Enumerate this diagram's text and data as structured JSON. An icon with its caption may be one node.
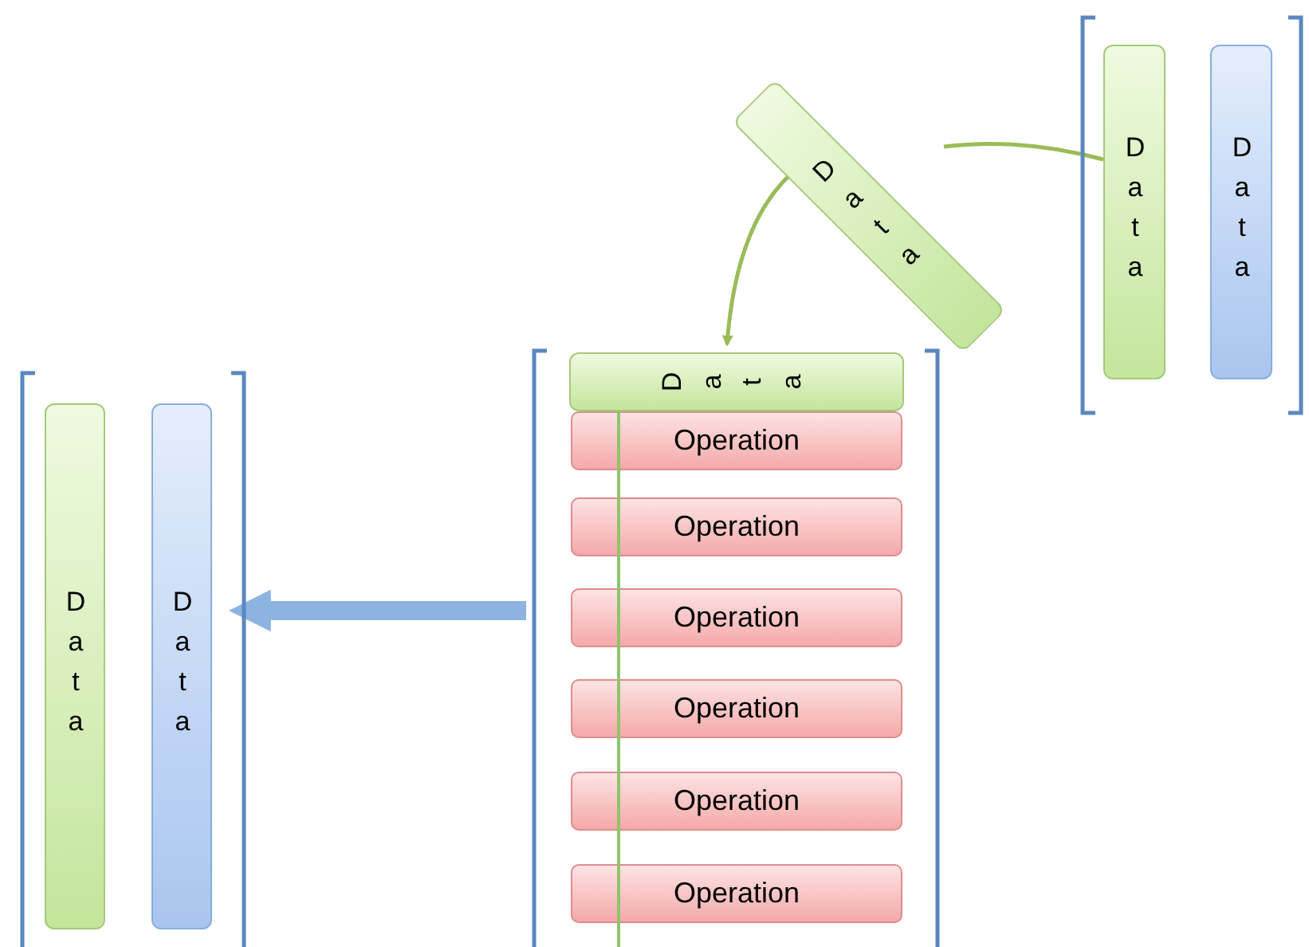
{
  "diagram": {
    "nodes": [
      {
        "text": [],
        "shape": "bracket"
      },
      {
        "text": [
          "Data"
        ],
        "in": 0
      },
      {
        "text": [
          "Data"
        ],
        "in": 0
      },
      {
        "text": [],
        "shape": "bracket"
      },
      {
        "text": [
          "Data"
        ],
        "in": 3
      },
      {
        "text": [
          "Operation"
        ],
        "in": 3
      },
      {
        "text": [
          "Operation"
        ],
        "in": 3
      },
      {
        "text": [
          "Operation"
        ],
        "in": 3
      },
      {
        "text": [
          "Operation"
        ],
        "in": 3
      },
      {
        "text": [
          "Operation"
        ],
        "in": 3
      },
      {
        "text": [
          "Operation"
        ],
        "in": 3
      },
      {
        "text": [
          "Data"
        ]
      },
      {
        "text": [],
        "shape": "bracket"
      },
      {
        "text": [
          "Data"
        ],
        "in": 12
      },
      {
        "text": [
          "Data"
        ],
        "in": 12
      }
    ],
    "edges": [
      {
        "from": 3,
        "to": 0,
        "arrow": "to",
        "style": "thick",
        "color": "#8db3e2"
      },
      {
        "from": 13,
        "to": 11,
        "arrow": "none",
        "color": "#9bbb59"
      },
      {
        "from": 11,
        "to": 4,
        "arrow": "to",
        "color": "#9bbb59"
      }
    ]
  }
}
